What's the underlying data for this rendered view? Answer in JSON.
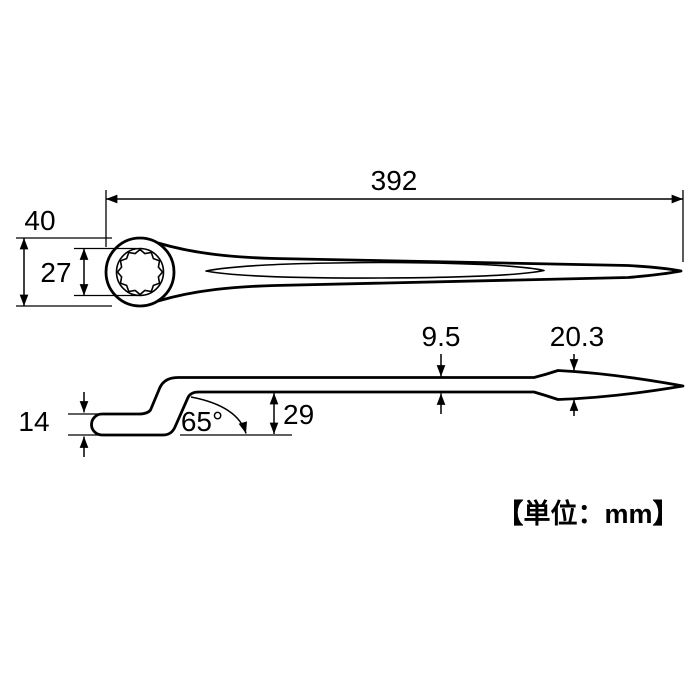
{
  "unit_note": "【単位：mm】",
  "dimensions": {
    "overall_length": "392",
    "head_height": "40",
    "ring_inner_diameter": "27",
    "shank_thickness": "9.5",
    "tip_diameter": "20.3",
    "ring_end_thickness": "14",
    "offset_angle": "65°",
    "offset_height": "29"
  },
  "colors": {
    "line": "#000000",
    "background": "#ffffff"
  }
}
